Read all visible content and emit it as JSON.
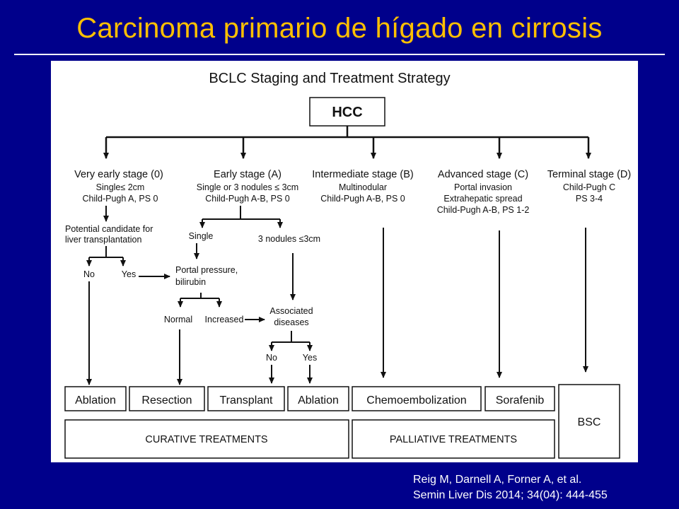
{
  "slide": {
    "title": "Carcinoma primario de hígado en cirrosis",
    "citation_line1": "Reig M, Darnell A, Forner A, et al.",
    "citation_line2": "Semin Liver Dis 2014; 34(04): 444-455"
  },
  "diagram": {
    "title": "BCLC Staging and Treatment Strategy",
    "root": "HCC",
    "stages": {
      "very_early": {
        "name": "Very early stage (0)",
        "line1": "Single≤ 2cm",
        "line2": "Child-Pugh A, PS 0"
      },
      "early": {
        "name": "Early stage (A)",
        "line1": "Single or 3 nodules ≤ 3cm",
        "line2": "Child-Pugh A-B, PS 0"
      },
      "intermediate": {
        "name": "Intermediate stage (B)",
        "line1": "Multinodular",
        "line2": "Child-Pugh A-B, PS 0"
      },
      "advanced": {
        "name": "Advanced stage (C)",
        "line1": "Portal invasion",
        "line2": "Extrahepatic spread",
        "line3": "Child-Pugh A-B, PS 1-2"
      },
      "terminal": {
        "name": "Terminal stage (D)",
        "line1": "Child-Pugh C",
        "line2": "PS 3-4"
      }
    },
    "nodes": {
      "candidate_line1": "Potential candidate for",
      "candidate_line2": "liver transplantation",
      "no_1": "No",
      "yes_1": "Yes",
      "single": "Single",
      "three_nodules": "3 nodules ≤3cm",
      "portal_line1": "Portal pressure,",
      "portal_line2": "bilirubin",
      "normal": "Normal",
      "increased": "Increased",
      "assoc_line1": "Associated",
      "assoc_line2": "diseases",
      "no_2": "No",
      "yes_2": "Yes"
    },
    "treatments": {
      "ablation_1": "Ablation",
      "resection": "Resection",
      "transplant": "Transplant",
      "ablation_2": "Ablation",
      "chemo": "Chemoembolization",
      "sorafenib": "Sorafenib",
      "bsc": "BSC"
    },
    "groups": {
      "curative": "CURATIVE TREATMENTS",
      "palliative": "PALLIATIVE TREATMENTS"
    }
  }
}
